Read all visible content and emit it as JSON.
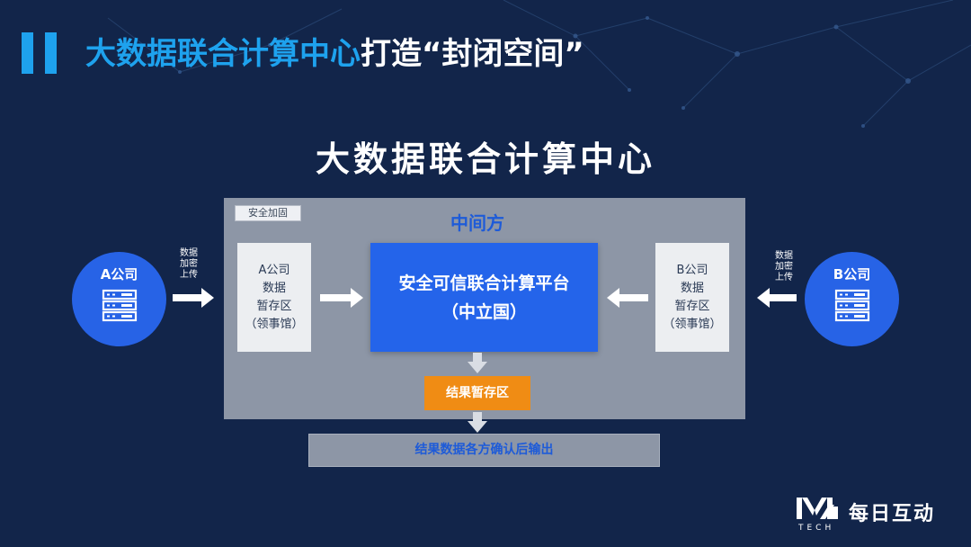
{
  "title": {
    "highlight": "大数据联合计算中心",
    "rest": "打造“封闭空间”"
  },
  "heading": "大数据联合计算中心",
  "safety_tag": "安全加固",
  "middle_label": "中间方",
  "company_a": {
    "name": "A公司",
    "upload_lines": [
      "数据",
      "加密",
      "上传"
    ]
  },
  "company_b": {
    "name": "B公司",
    "upload_lines": [
      "数据",
      "加密",
      "上传"
    ]
  },
  "zone_a_lines": [
    "A公司",
    "数据",
    "暂存区",
    "（领事馆）"
  ],
  "zone_b_lines": [
    "B公司",
    "数据",
    "暂存区",
    "（领事馆）"
  ],
  "platform_lines": [
    "安全可信联合计算平台",
    "（中立国）"
  ],
  "result_zone": "结果暂存区",
  "output": "结果数据各方确认后输出",
  "brand": {
    "name": "每日互动",
    "logo_sub": "TECH"
  },
  "colors": {
    "accent": "#1ea2ee",
    "platform": "#2464ea",
    "result": "#f08c14",
    "box": "#8d96a6",
    "background": "#12254a"
  },
  "icons": [
    "server-icon",
    "right-arrow-icon",
    "left-arrow-icon",
    "down-arrow-icon"
  ]
}
